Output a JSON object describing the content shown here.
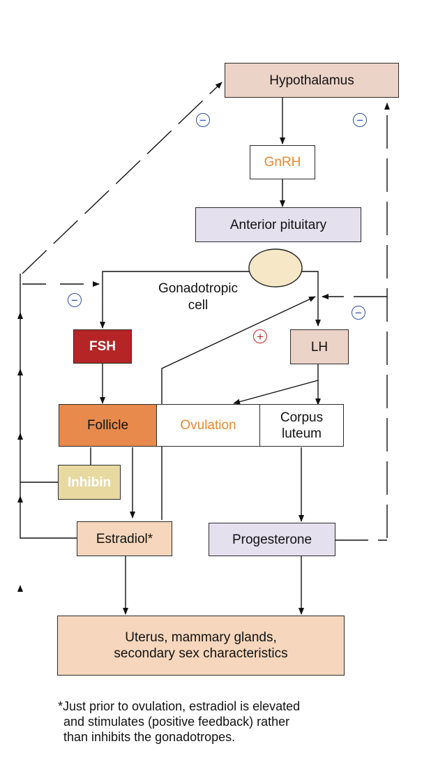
{
  "nodes": {
    "hypothalamus": "Hypothalamus",
    "gnrh": "GnRH",
    "anterior_pituitary": "Anterior pituitary",
    "gonadotropic_cell": [
      "Gonadotropic",
      "cell"
    ],
    "fsh": "FSH",
    "lh": "LH",
    "follicle": "Follicle",
    "ovulation": "Ovulation",
    "corpus_luteum": [
      "Corpus",
      "luteum"
    ],
    "inhibin": "Inhibin",
    "estradiol": "Estradiol*",
    "progesterone": "Progesterone",
    "targets": [
      "Uterus, mammary glands,",
      "secondary sex characteristics"
    ]
  },
  "feedback_symbols": {
    "negative": "−",
    "positive": "+"
  },
  "footnote": [
    "*Just prior to ovulation, estradiol is elevated",
    "and stimulates (positive feedback) rather",
    "than inhibits the gonadotropes."
  ],
  "colors": {
    "hypothalamus_fill": "#ecd3c7",
    "pituitary_fill": "#e4e0ee",
    "fsh_fill": "#b52525",
    "lh_fill": "#ecd3c7",
    "follicle_fill": "#e88a4c",
    "inhibin_fill": "#e7d9a0",
    "estradiol_fill": "#f6d7bd",
    "progesterone_fill": "#e4e0ee",
    "targets_fill": "#f6d7bd",
    "cell_fill": "#f6e8c6",
    "orange_text": "#e8892f",
    "negative_symbol": "#2c4ea3",
    "positive_symbol": "#c42226"
  }
}
